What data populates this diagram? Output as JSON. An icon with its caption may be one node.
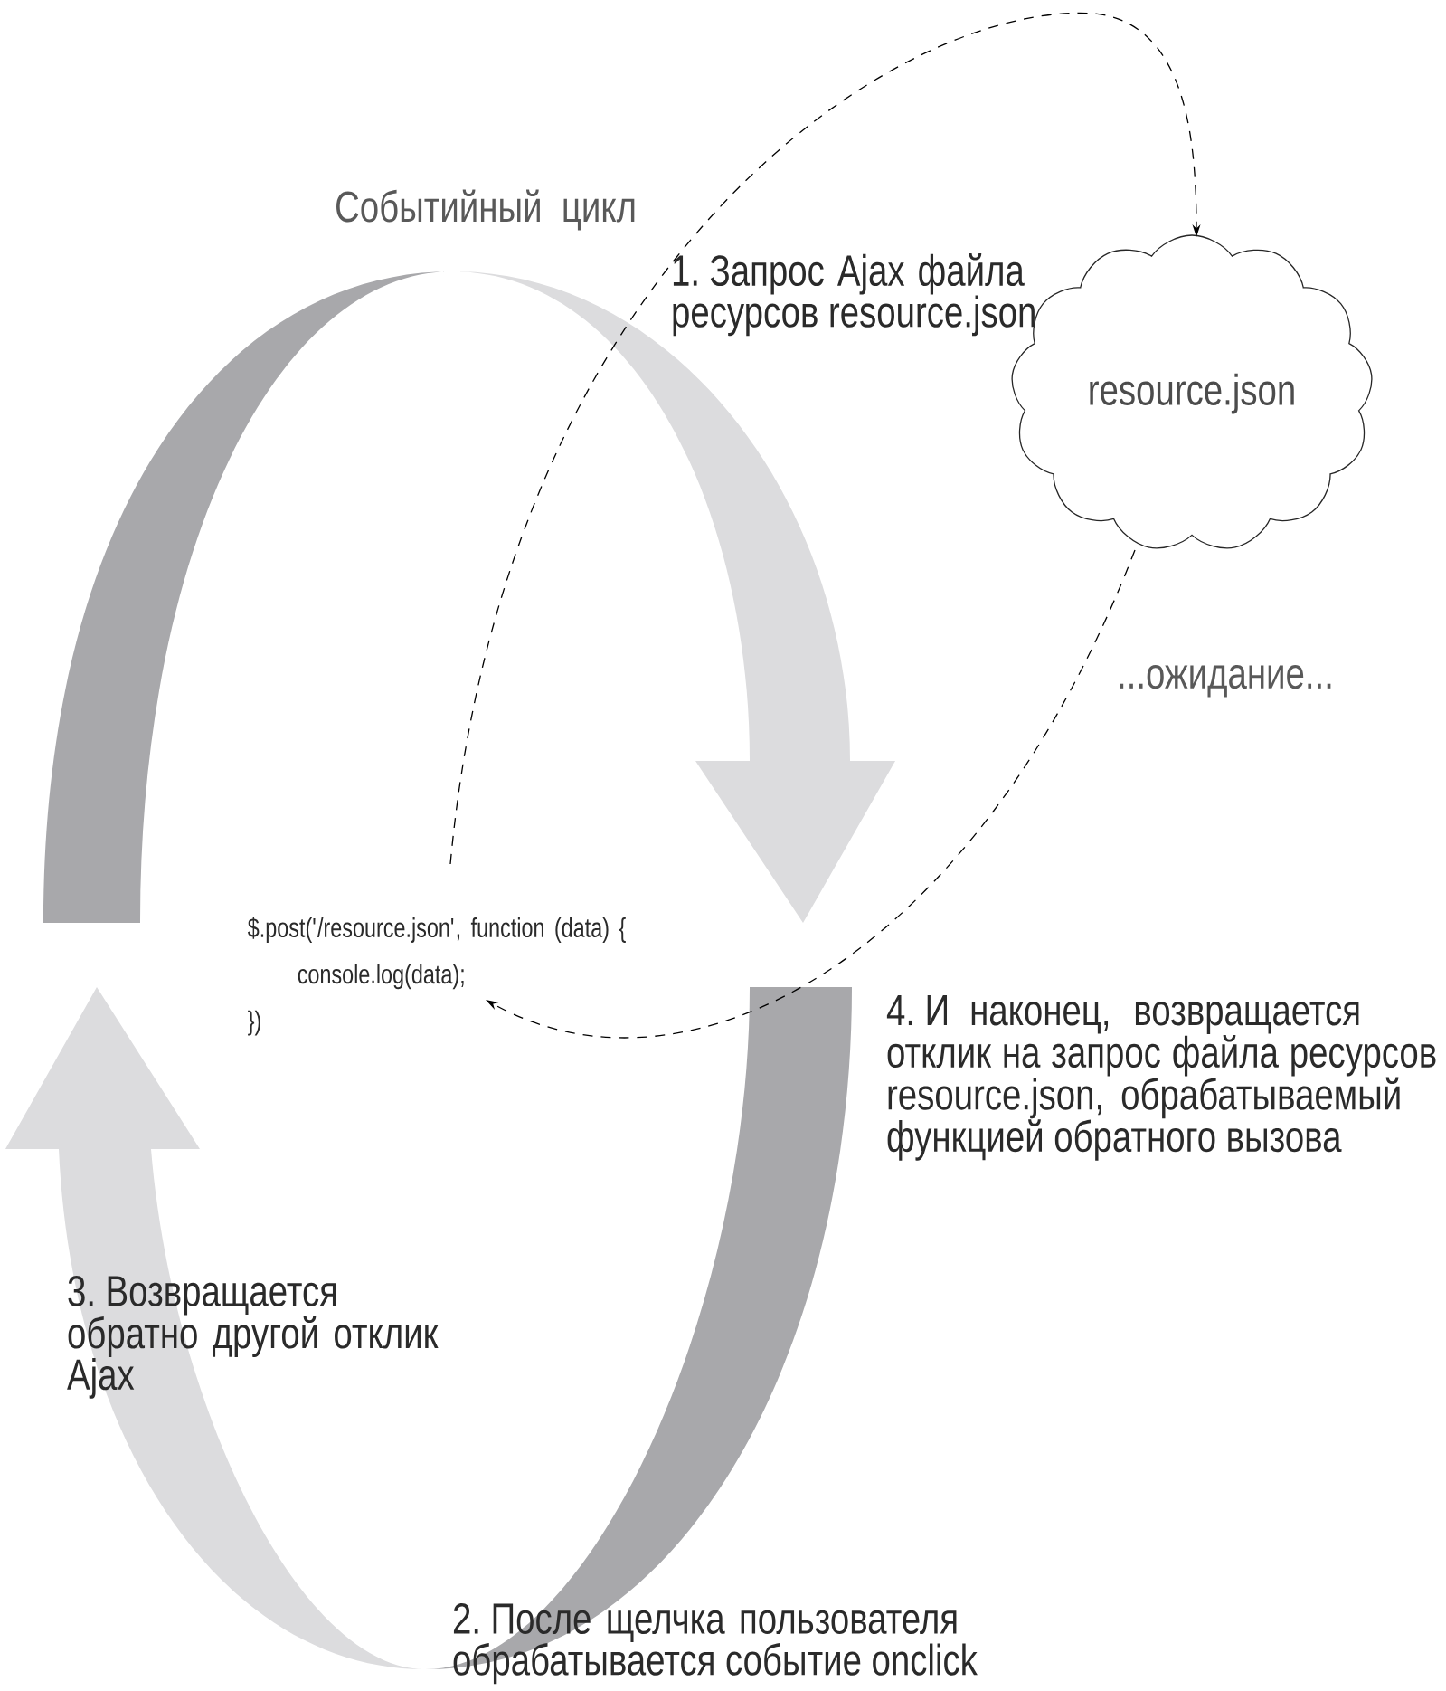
{
  "diagram": {
    "title": "Событийный цикл",
    "nodes": [
      {
        "text": [
          "$.post('/resource.json', function (data) {",
          "console.log(data);",
          "})"
        ]
      },
      {
        "text": [
          "resource.json"
        ]
      }
    ],
    "edges": [
      {
        "from": 0,
        "to": 1,
        "arrow": "to",
        "style": "dashed"
      },
      {
        "from": 1,
        "to": 0,
        "arrow": "to",
        "style": "dashed"
      }
    ],
    "labels": [
      "1. Запрос Ajax файла ресурсов resource.json",
      "...ожидание...",
      "4. И наконец, возвращается отклик на запрос файла ресурсов resource.json, обрабатываемый функцией обратного вызова",
      "3. Возвращается обратно другой отклик Ajax",
      "2. После щелчка пользователя обрабатывается событие onclick"
    ]
  }
}
